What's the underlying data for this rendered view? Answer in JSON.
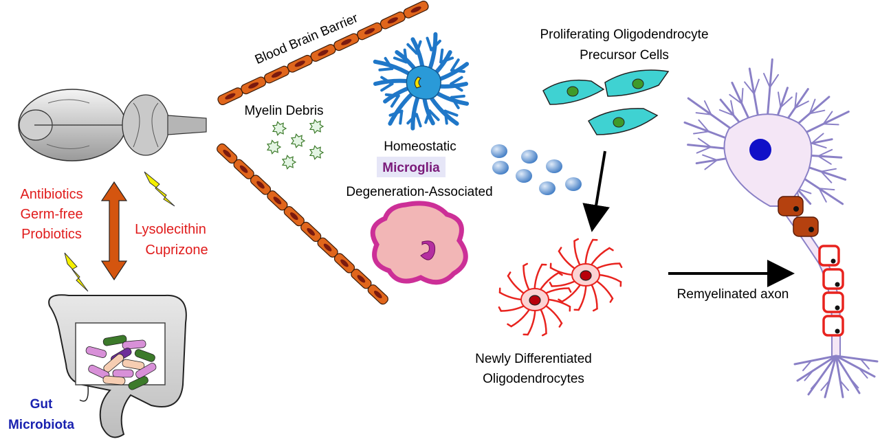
{
  "labels": {
    "blood_brain_barrier": "Blood Brain Barrier",
    "myelin_debris": "Myelin Debris",
    "homeostatic": "Homeostatic",
    "microglia": "Microglia",
    "degeneration_associated": "Degeneration-Associated",
    "opc_line1": "Proliferating Oligodendrocyte",
    "opc_line2": "Precursor Cells",
    "newly_line1": "Newly Differentiated",
    "newly_line2": "Oligodendrocytes",
    "remyelinated_axon": "Remyelinated axon",
    "antibiotics": "Antibiotics",
    "germ_free": "Germ-free",
    "probiotics": "Probiotics",
    "lysolecithin": "Lysolecithin",
    "cuprizone": "Cuprizone",
    "gut_line1": "Gut",
    "gut_line2": "Microbiota"
  },
  "colors": {
    "treatment_text": "#e01b1b",
    "gut_text": "#1a22b0",
    "microglia_text": "#7a1a7a",
    "microglia_highlight": "#e6e6f7",
    "vessel": "#e0661c",
    "vessel_nucleus": "#7a1a0f",
    "opc": "#3fd2d2",
    "opc_nucleus": "#3f9a2a",
    "oligodendrocyte": "#e8231e",
    "homeostatic_microglia": "#1f77c8",
    "degenerative_microglia": "#cc2f97",
    "lightning": "#f5f000",
    "double_arrow": "#d4550f",
    "neuron": "#f4e6f6",
    "neuron_outline": "#8a80c6",
    "neuron_nucleus": "#1010c8"
  }
}
